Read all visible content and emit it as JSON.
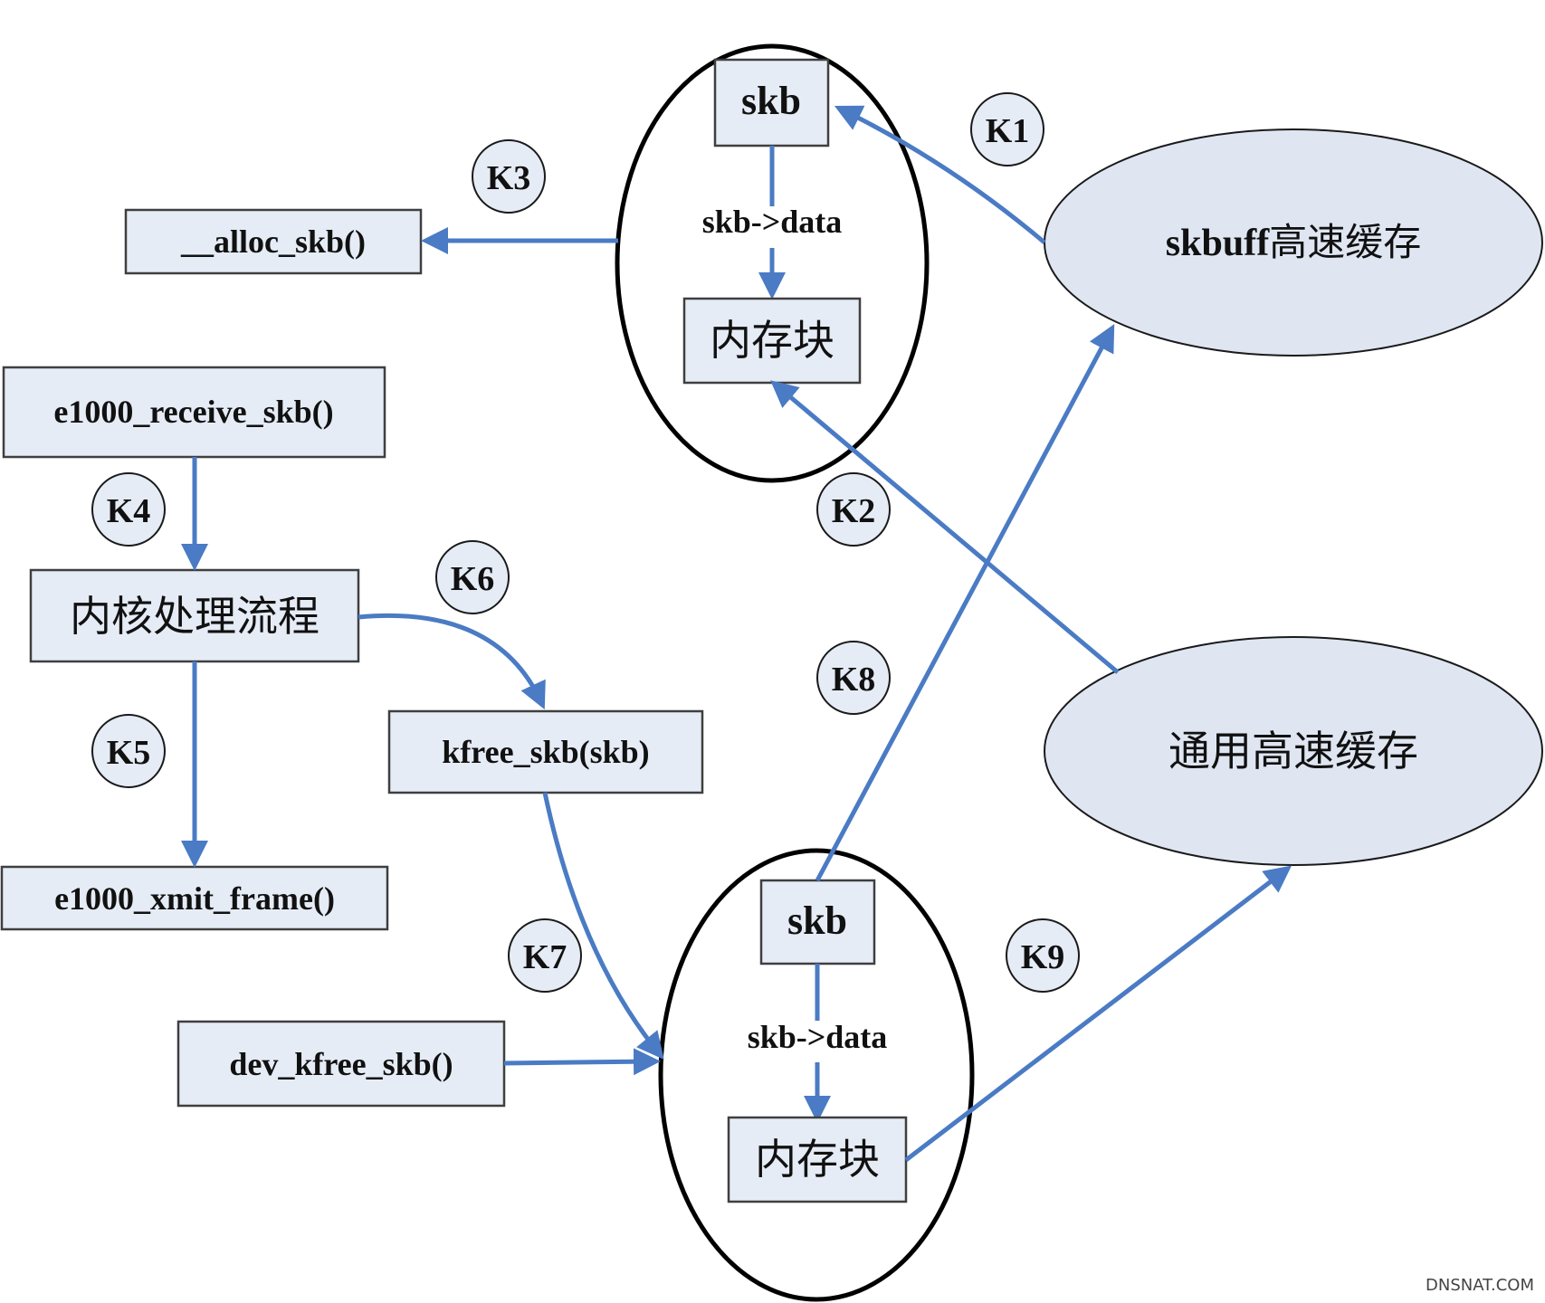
{
  "colors": {
    "arrow": "#4a7bc4",
    "box_fill": "#e6ecf6",
    "cache_fill": "#dfe6f2"
  },
  "top_group": {
    "skb": "skb",
    "pointer": "skb->data",
    "memory_block": "内存块"
  },
  "bottom_group": {
    "skb": "skb",
    "pointer": "skb->data",
    "memory_block": "内存块"
  },
  "caches": {
    "skbuff_name": "skbuff",
    "skbuff_suffix": "高速缓存",
    "general": "通用高速缓存"
  },
  "functions": {
    "alloc": "__alloc_skb()",
    "receive": "e1000_receive_skb()",
    "kernel_flow": "内核处理流程",
    "xmit": "e1000_xmit_frame()",
    "kfree": "kfree_skb(skb)",
    "dev_kfree": "dev_kfree_skb()"
  },
  "steps": {
    "k1": "K1",
    "k2": "K2",
    "k3": "K3",
    "k4": "K4",
    "k5": "K5",
    "k6": "K6",
    "k7": "K7",
    "k8": "K8",
    "k9": "K9"
  },
  "watermark": "DNSNAT.COM"
}
